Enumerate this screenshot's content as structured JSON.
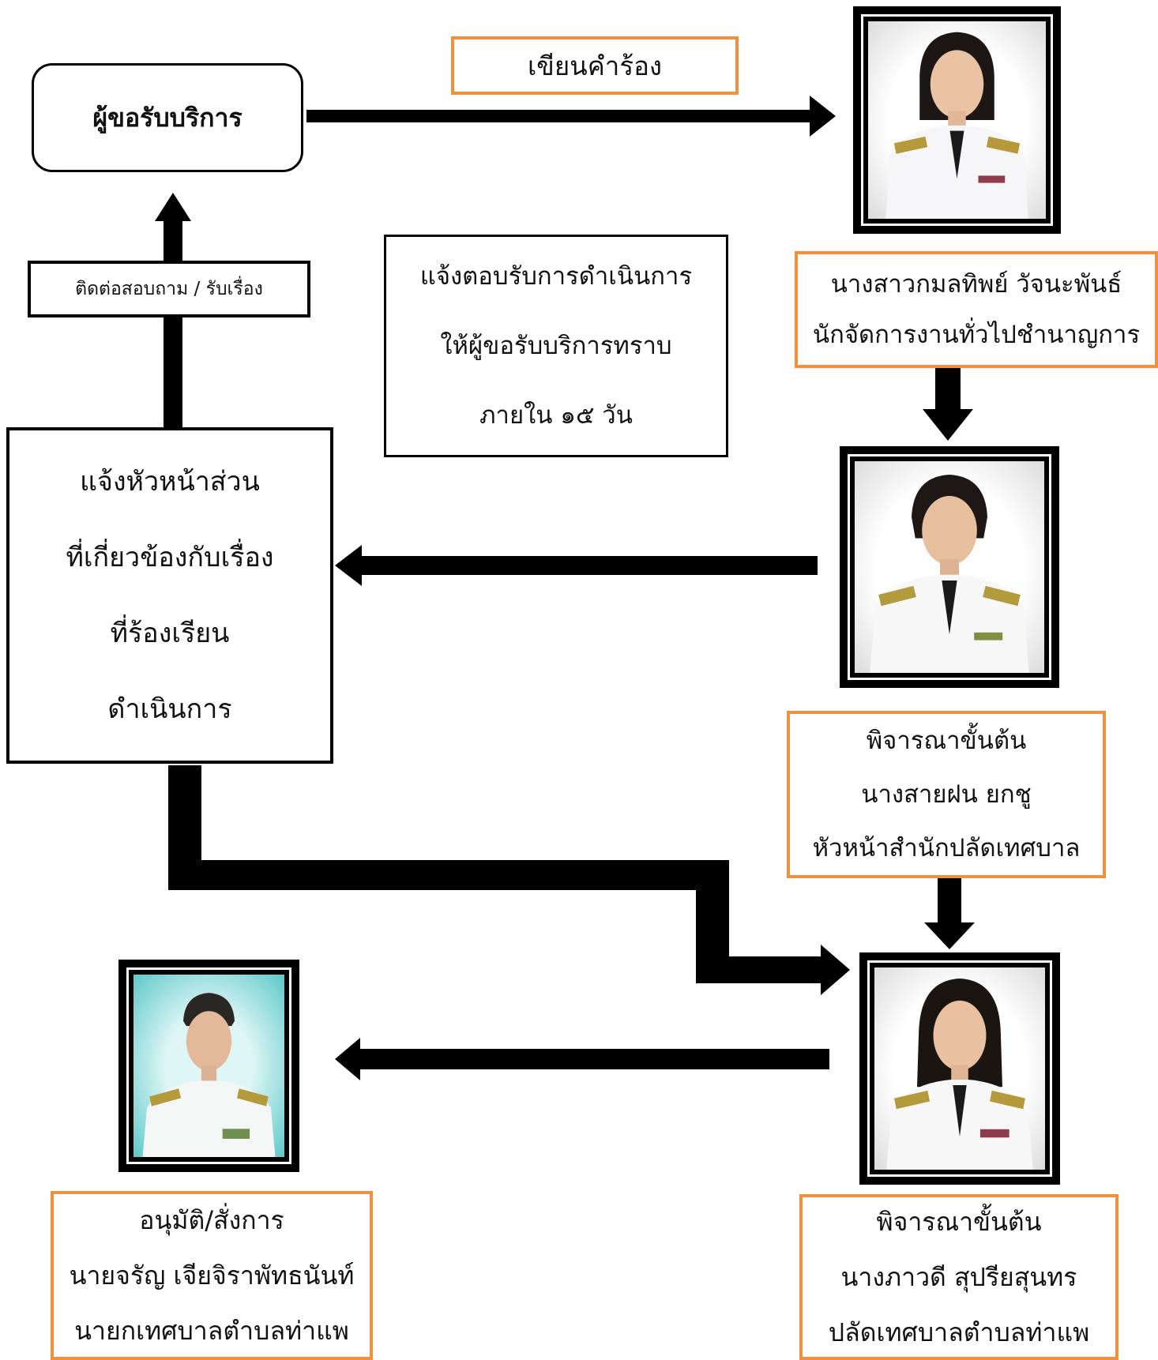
{
  "requester": {
    "label": "ผู้ขอรับบริการ"
  },
  "write_request": {
    "label": "เขียนคำร้อง"
  },
  "contact": {
    "label": "ติดต่อสอบถาม / รับเรื่อง"
  },
  "notify_requester": {
    "lines": [
      "แจ้งตอบรับการดำเนินการ",
      "ให้ผู้ขอรับบริการทราบ",
      "ภายใน ๑๕ วัน"
    ]
  },
  "staff_1": {
    "lines": [
      "นางสาวกมลทิพย์ วัจนะพันธ์",
      "นักจัดการงานทั่วไปชำนาญการ"
    ]
  },
  "department_notice": {
    "lines": [
      "แจ้งหัวหน้าส่วน",
      "ที่เกี่ยวข้องกับเรื่อง",
      "ที่ร้องเรียน",
      "ดำเนินการ"
    ]
  },
  "staff_2": {
    "lines": [
      "พิจารณาขั้นต้น",
      "นางสายฝน  ยกชู",
      "หัวหน้าสำนักปลัดเทศบาล"
    ]
  },
  "mayor": {
    "lines": [
      "อนุมัติ/สั่งการ",
      "นายจรัญ  เจียจิราพัทธนันท์",
      "นายกเทศบาลตำบลท่าแพ"
    ]
  },
  "municipal_clerk": {
    "lines": [
      "พิจารณาขั้นต้น",
      "นางภาวดี  สุปรียสุนทร",
      "ปลัดเทศบาลตำบลท่าแพ"
    ]
  },
  "colors": {
    "orange_border": "#f0913f",
    "black": "#000000",
    "photo_teal": "#5ec8c9"
  }
}
